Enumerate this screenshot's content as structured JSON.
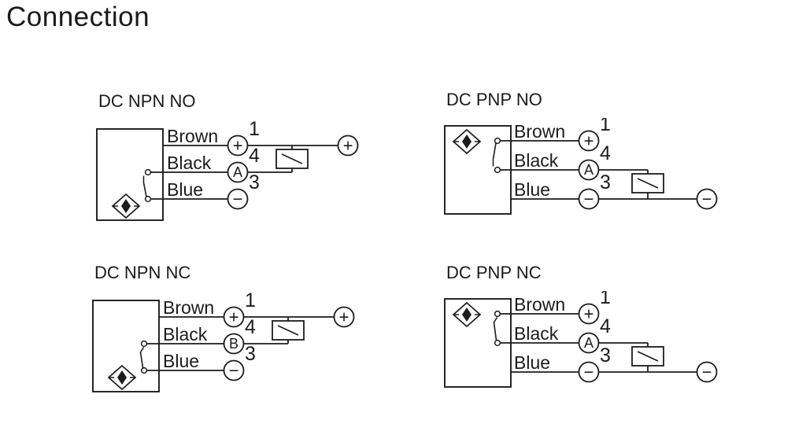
{
  "page_title": "Connection",
  "colors": {
    "line": "#1c1c1c",
    "background": "#ffffff",
    "text": "#111111"
  },
  "diagrams": [
    {
      "id": "dc-npn-no",
      "label": "DC NPN NO",
      "variant": "npn",
      "contact": "NO",
      "wires": [
        {
          "name": "Brown",
          "pin": "1",
          "terminal": "+"
        },
        {
          "name": "Black",
          "pin": "4",
          "terminal": "A"
        },
        {
          "name": "Blue",
          "pin": "3",
          "terminal": "−"
        }
      ],
      "switch_between": [
        "Black",
        "Blue"
      ],
      "load_between": [
        "Brown",
        "Black"
      ],
      "supply": {
        "wire": "Brown",
        "terminal": "+"
      }
    },
    {
      "id": "dc-pnp-no",
      "label": "DC PNP NO",
      "variant": "pnp",
      "contact": "NO",
      "wires": [
        {
          "name": "Brown",
          "pin": "1",
          "terminal": "+"
        },
        {
          "name": "Black",
          "pin": "4",
          "terminal": "A"
        },
        {
          "name": "Blue",
          "pin": "3",
          "terminal": "−"
        }
      ],
      "switch_between": [
        "Brown",
        "Black"
      ],
      "load_between": [
        "Black",
        "Blue"
      ],
      "supply": {
        "wire": "Blue",
        "terminal": "−"
      }
    },
    {
      "id": "dc-npn-nc",
      "label": "DC NPN NC",
      "variant": "npn",
      "contact": "NC",
      "wires": [
        {
          "name": "Brown",
          "pin": "1",
          "terminal": "+"
        },
        {
          "name": "Black",
          "pin": "4",
          "terminal": "B"
        },
        {
          "name": "Blue",
          "pin": "3",
          "terminal": "−"
        }
      ],
      "switch_between": [
        "Black",
        "Blue"
      ],
      "load_between": [
        "Brown",
        "Black"
      ],
      "supply": {
        "wire": "Brown",
        "terminal": "+"
      }
    },
    {
      "id": "dc-pnp-nc",
      "label": "DC PNP NC",
      "variant": "pnp",
      "contact": "NC",
      "wires": [
        {
          "name": "Brown",
          "pin": "1",
          "terminal": "+"
        },
        {
          "name": "Black",
          "pin": "4",
          "terminal": "A"
        },
        {
          "name": "Blue",
          "pin": "3",
          "terminal": "−"
        }
      ],
      "switch_between": [
        "Brown",
        "Black"
      ],
      "load_between": [
        "Black",
        "Blue"
      ],
      "supply": {
        "wire": "Blue",
        "terminal": "−"
      }
    }
  ]
}
